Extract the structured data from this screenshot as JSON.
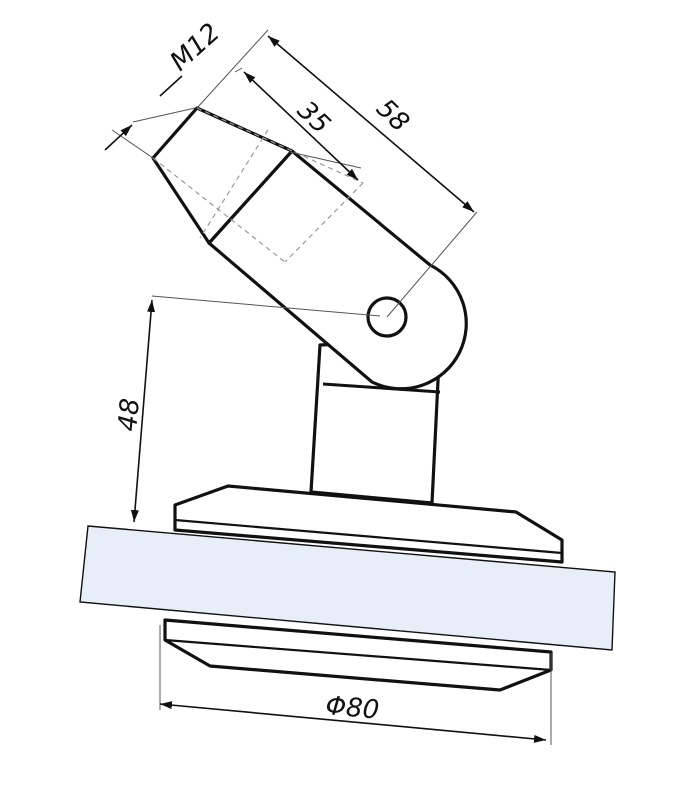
{
  "dimensions": {
    "thread": "M12",
    "length_total": "58",
    "length_partial": "35",
    "height": "48",
    "diameter": "Φ80"
  },
  "colors": {
    "glass": "#e7eef7",
    "line": "#111111",
    "background": "#ffffff"
  }
}
